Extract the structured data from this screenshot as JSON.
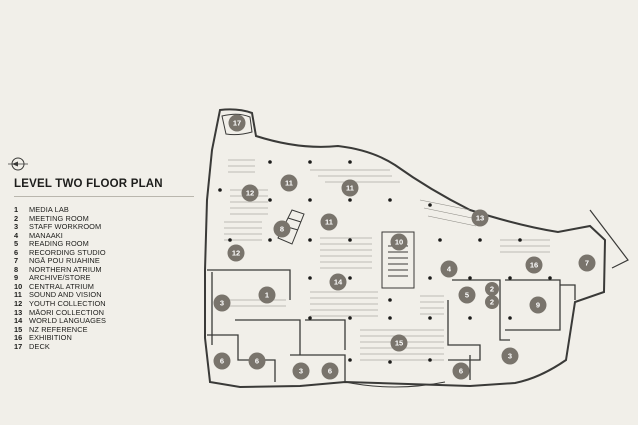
{
  "title": "LEVEL TWO FLOOR PLAN",
  "legend": [
    {
      "num": "1",
      "label": "MEDIA LAB"
    },
    {
      "num": "2",
      "label": "MEETING ROOM"
    },
    {
      "num": "3",
      "label": "STAFF WORKROOM"
    },
    {
      "num": "4",
      "label": "MANAAKI"
    },
    {
      "num": "5",
      "label": "READING ROOM"
    },
    {
      "num": "6",
      "label": "RECORDING STUDIO"
    },
    {
      "num": "7",
      "label": "NGĀ POU RUAHINE"
    },
    {
      "num": "8",
      "label": "NORTHERN ATRIUM"
    },
    {
      "num": "9",
      "label": "ARCHIVE/STORE"
    },
    {
      "num": "10",
      "label": "CENTRAL ATRIUM"
    },
    {
      "num": "11",
      "label": "SOUND AND VISION"
    },
    {
      "num": "12",
      "label": "YOUTH COLLECTION"
    },
    {
      "num": "13",
      "label": "MĀORI COLLECTION"
    },
    {
      "num": "14",
      "label": "WORLD LANGUAGES"
    },
    {
      "num": "15",
      "label": "NZ REFERENCE"
    },
    {
      "num": "16",
      "label": "EXHIBITION"
    },
    {
      "num": "17",
      "label": "DECK"
    }
  ],
  "map_markers": [
    "17",
    "11",
    "11",
    "12",
    "11",
    "8",
    "13",
    "10",
    "12",
    "4",
    "16",
    "7",
    "1",
    "14",
    "5",
    "2",
    "2",
    "3",
    "9",
    "15",
    "6",
    "6",
    "3",
    "6",
    "6",
    "3"
  ],
  "colors": {
    "background": "#f1efe9",
    "marker": "#79746c",
    "wall": "#3a3a38",
    "text": "#1d1d1b"
  },
  "compass_icon": "north-arrow-icon"
}
